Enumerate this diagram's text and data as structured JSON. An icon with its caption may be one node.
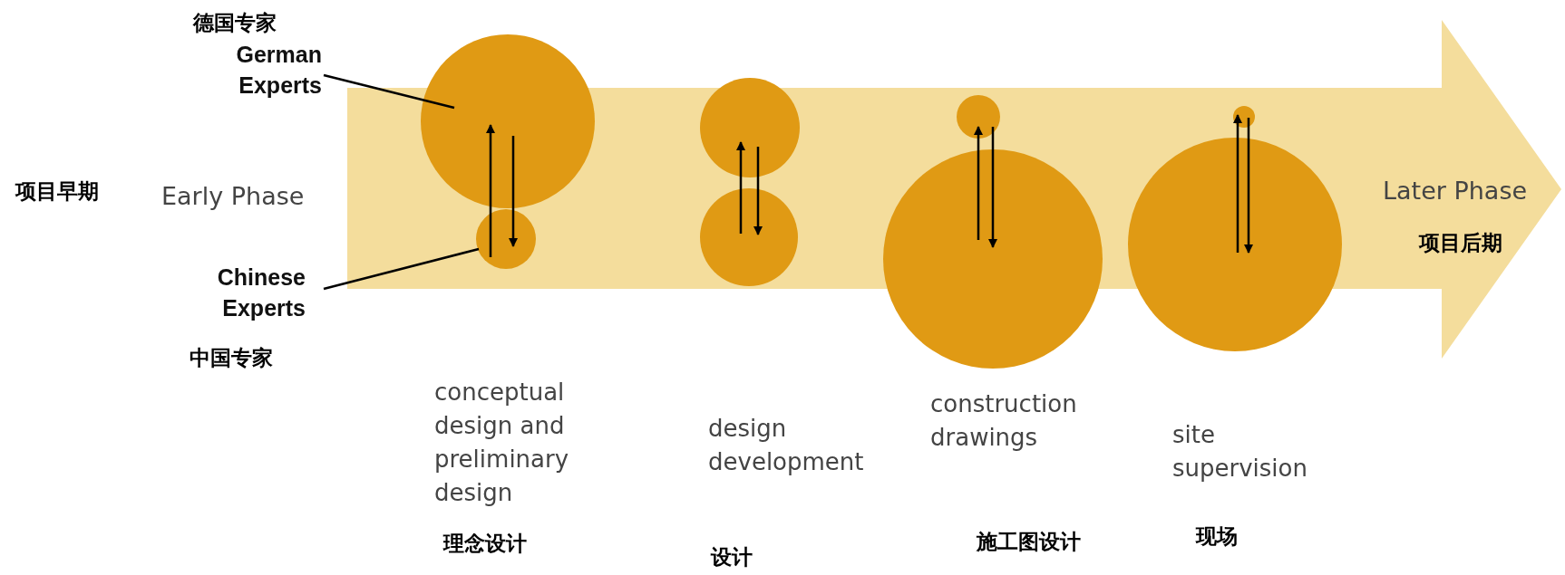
{
  "diagram": {
    "nodes": [
      {
        "text": [
          "德国专家",
          "German Experts"
        ]
      },
      {
        "text": [],
        "shape": "circle"
      },
      {
        "text": [],
        "shape": "circle"
      },
      {
        "text": [
          "Chinese Experts",
          "中国专家"
        ]
      },
      {
        "text": [],
        "shape": "circle"
      },
      {
        "text": [],
        "shape": "circle"
      },
      {
        "text": [],
        "shape": "circle"
      },
      {
        "text": [],
        "shape": "circle"
      },
      {
        "text": [],
        "shape": "circle"
      },
      {
        "text": [],
        "shape": "circle"
      }
    ],
    "edges": [
      {
        "from": 0,
        "to": 1,
        "arrow": "none"
      },
      {
        "from": 3,
        "to": 2,
        "arrow": "none"
      },
      {
        "from": 2,
        "to": 1,
        "arrow": "to"
      },
      {
        "from": 1,
        "to": 2,
        "arrow": "to"
      },
      {
        "from": 5,
        "to": 4,
        "arrow": "to"
      },
      {
        "from": 4,
        "to": 5,
        "arrow": "to"
      },
      {
        "from": 7,
        "to": 6,
        "arrow": "to"
      },
      {
        "from": 6,
        "to": 7,
        "arrow": "to"
      },
      {
        "from": 9,
        "to": 8,
        "arrow": "to"
      },
      {
        "from": 8,
        "to": 9,
        "arrow": "to"
      }
    ],
    "labels": [
      "项目早期",
      "Early Phase",
      "Later Phase",
      "项目后期",
      "conceptual design and preliminary design",
      "design development",
      "construction drawings",
      "site supervision",
      "理念设计",
      "设计",
      "施工图设计",
      "现场"
    ]
  }
}
